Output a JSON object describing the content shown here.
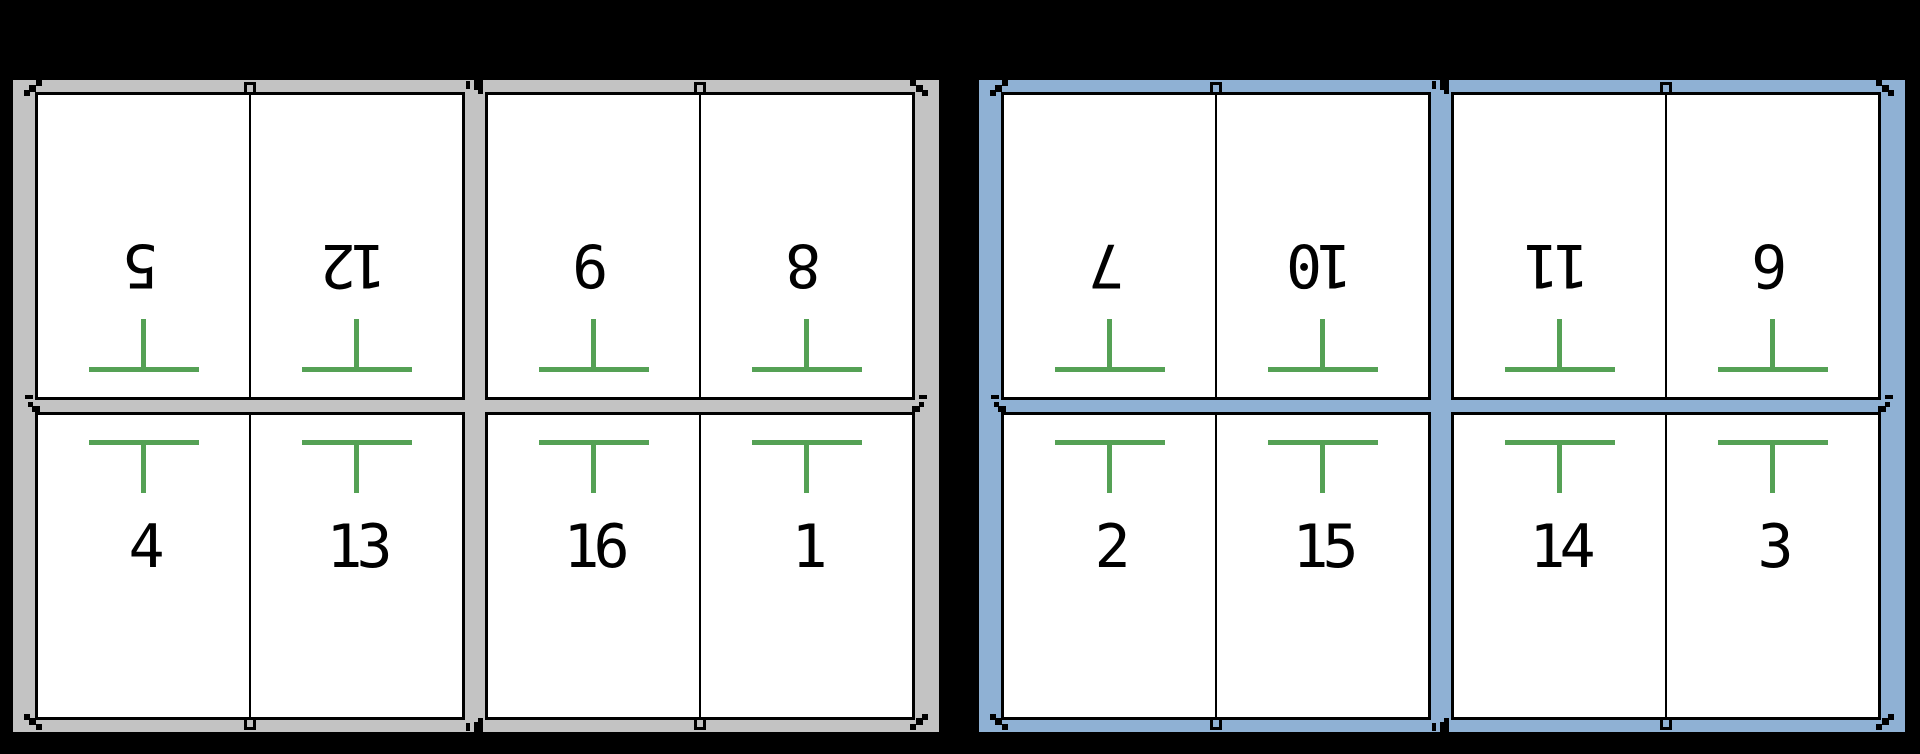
{
  "canvas": {
    "background_color": "#000000"
  },
  "fold_marks": {
    "color": "#55a155"
  },
  "registration_marks": {
    "color": "#000000"
  },
  "sheets": [
    {
      "frame_color": "#c3c3c3",
      "page_fill_color": "#ffffff",
      "rule_color": "#000000",
      "top_row_rotation": "180deg",
      "top_row_pages": [
        "5",
        "12",
        "9",
        "8"
      ],
      "bottom_row_pages": [
        "4",
        "13",
        "16",
        "1"
      ]
    },
    {
      "frame_color": "#8fb1d4",
      "page_fill_color": "#ffffff",
      "rule_color": "#000000",
      "top_row_rotation": "180deg",
      "top_row_pages": [
        "7",
        "10",
        "11",
        "6"
      ],
      "bottom_row_pages": [
        "2",
        "15",
        "14",
        "3"
      ]
    }
  ]
}
